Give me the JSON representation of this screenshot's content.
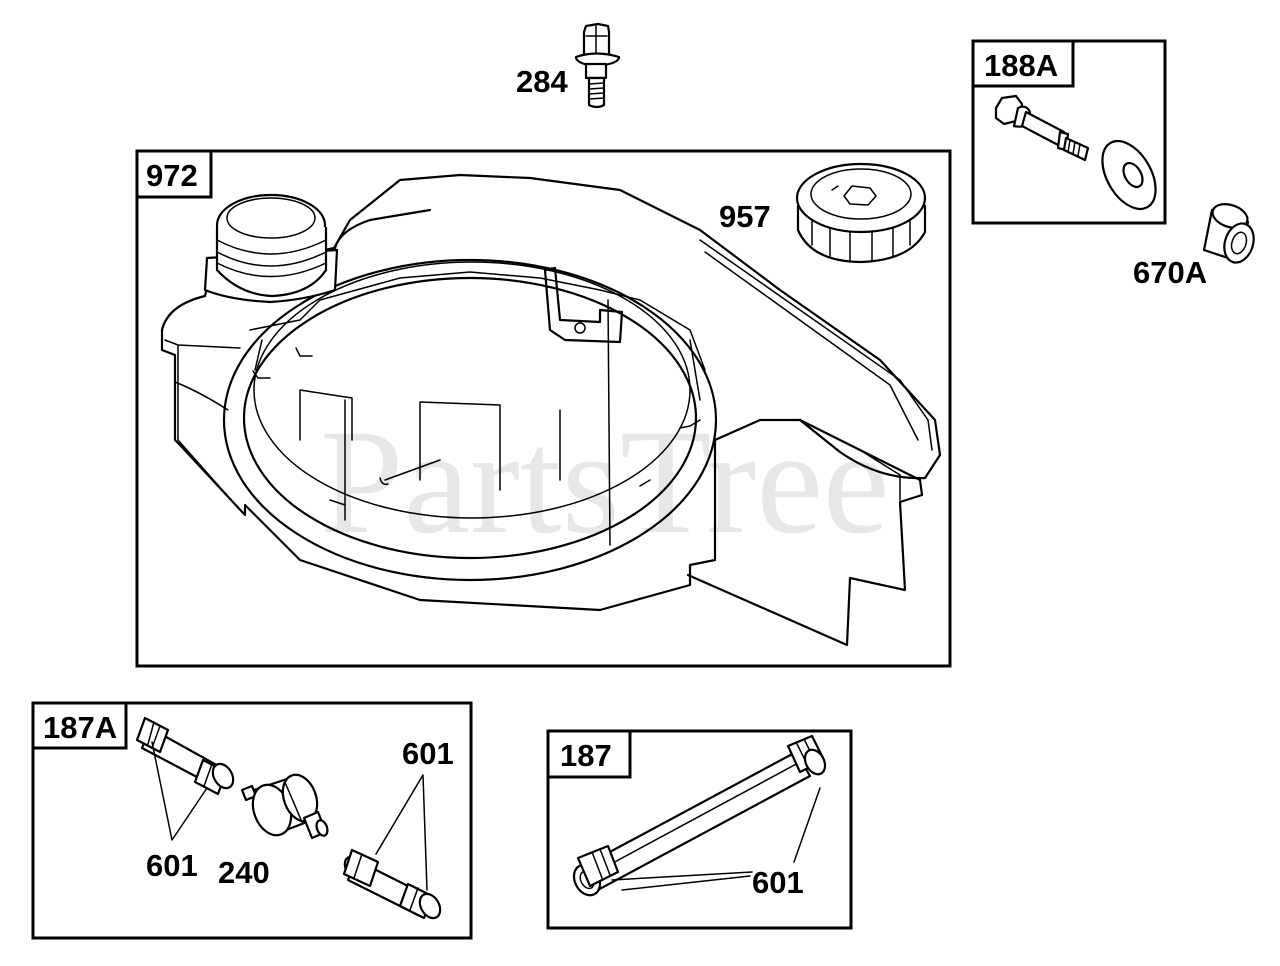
{
  "watermark": "PartsTree",
  "boxes": {
    "tank": "972",
    "bolt_kit": "188A",
    "filter_kit": "187A",
    "hose_kit": "187"
  },
  "labels": {
    "bolt_top": "284",
    "cap": "957",
    "spacer": "670A",
    "clamps_left": "601",
    "filter": "240",
    "clamps_right": "601",
    "clamps_hose": "601"
  },
  "colors": {
    "line": "#000000",
    "background": "#ffffff",
    "watermark": "#d4d4d4"
  }
}
